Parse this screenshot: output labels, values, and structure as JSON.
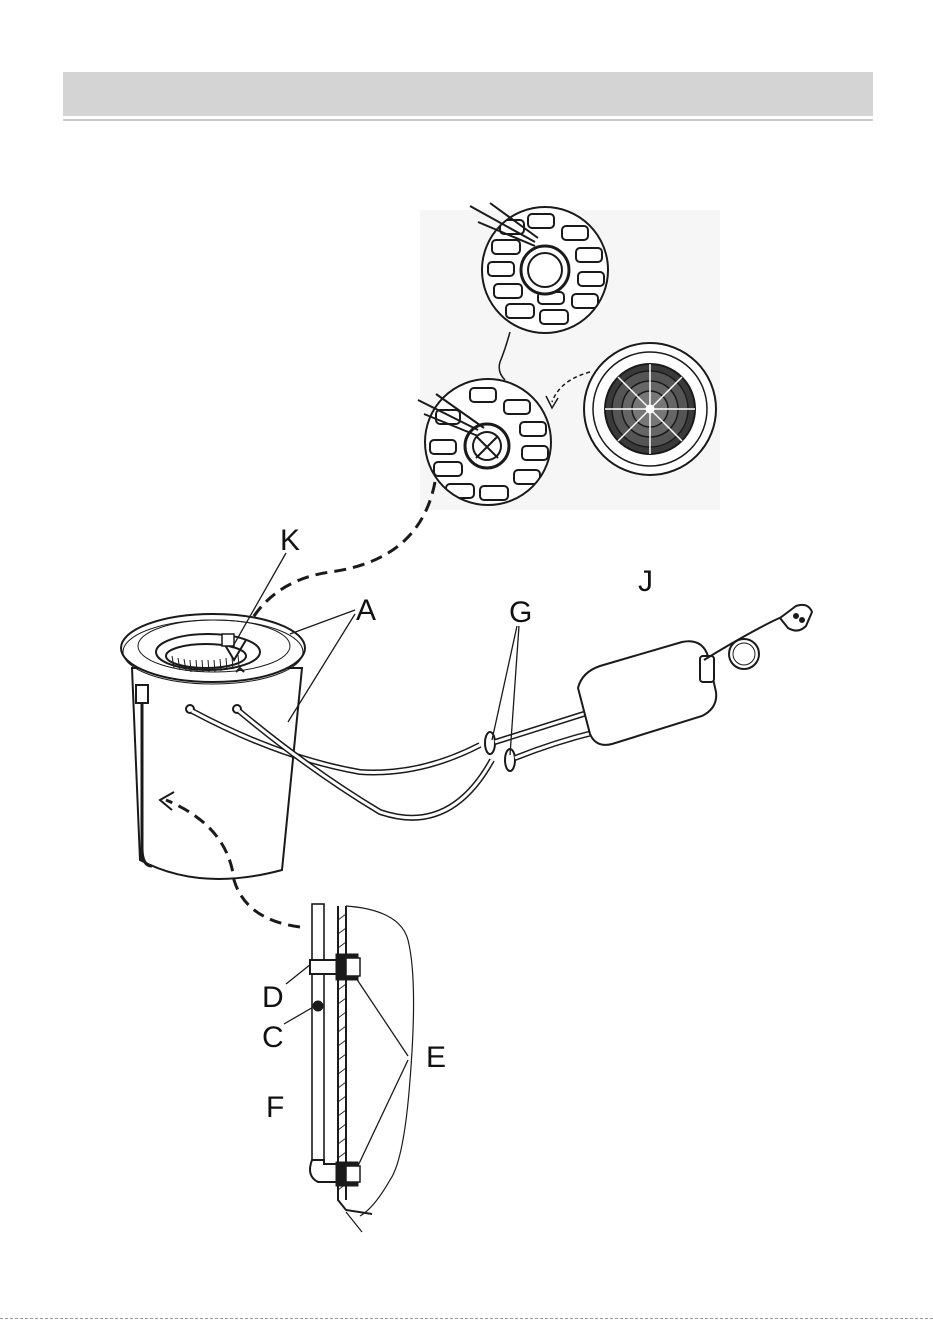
{
  "header": {
    "title": ""
  },
  "labels": {
    "k": "K",
    "a": "A",
    "g": "G",
    "j": "J",
    "d": "D",
    "c": "C",
    "e": "E",
    "f": "F"
  },
  "colors": {
    "line": "#1a1a1a",
    "header_band": "#d4d4d4",
    "detail_bg": "#f4f4f4"
  }
}
